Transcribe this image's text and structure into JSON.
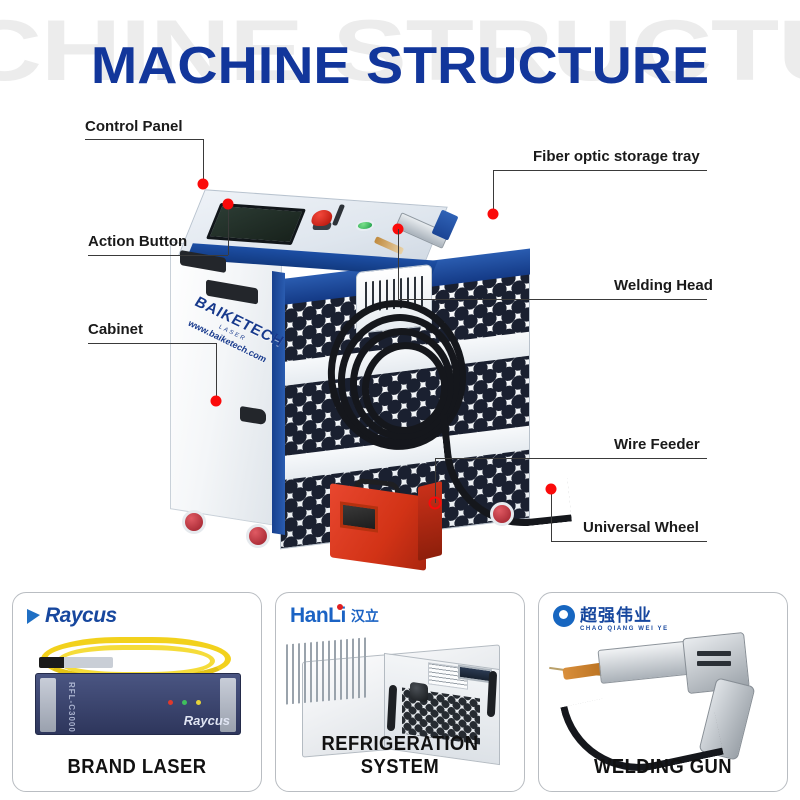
{
  "header": {
    "title": "MACHINE STRUCTURE",
    "watermark": "MACHINE STRUCTURE",
    "title_color": "#12369b",
    "watermark_color": "#ececec"
  },
  "callouts": [
    {
      "id": "control-panel",
      "label": "Control Panel"
    },
    {
      "id": "action-button",
      "label": "Action Button"
    },
    {
      "id": "cabinet",
      "label": "Cabinet"
    },
    {
      "id": "fiber-tray",
      "label": "Fiber optic storage tray"
    },
    {
      "id": "welding-head",
      "label": "Welding Head"
    },
    {
      "id": "wire-feeder",
      "label": "Wire Feeder"
    },
    {
      "id": "universal-wheel",
      "label": "Universal Wheel"
    }
  ],
  "machine": {
    "brand_name": "BAIKETECH",
    "brand_sub": "LASER",
    "brand_url": "www.baiketech.com",
    "marker_color": "#fb0a0a"
  },
  "cards": [
    {
      "id": "brand-laser",
      "caption": "BRAND LASER",
      "logo_text": "Raycus",
      "logo_color": "#17479e",
      "product_model": "RFL-C3000",
      "product_brand": "Raycus"
    },
    {
      "id": "refrigeration-system",
      "caption": "REFRIGERATION SYSTEM",
      "logo_text": "HanLi",
      "logo_cn": "汉立",
      "logo_color": "#1b63c4"
    },
    {
      "id": "welding-gun",
      "caption": "WELDING GUN",
      "logo_cn": "超强伟业",
      "logo_en": "CHAO QIANG WEI YE",
      "logo_color": "#17479e"
    }
  ]
}
